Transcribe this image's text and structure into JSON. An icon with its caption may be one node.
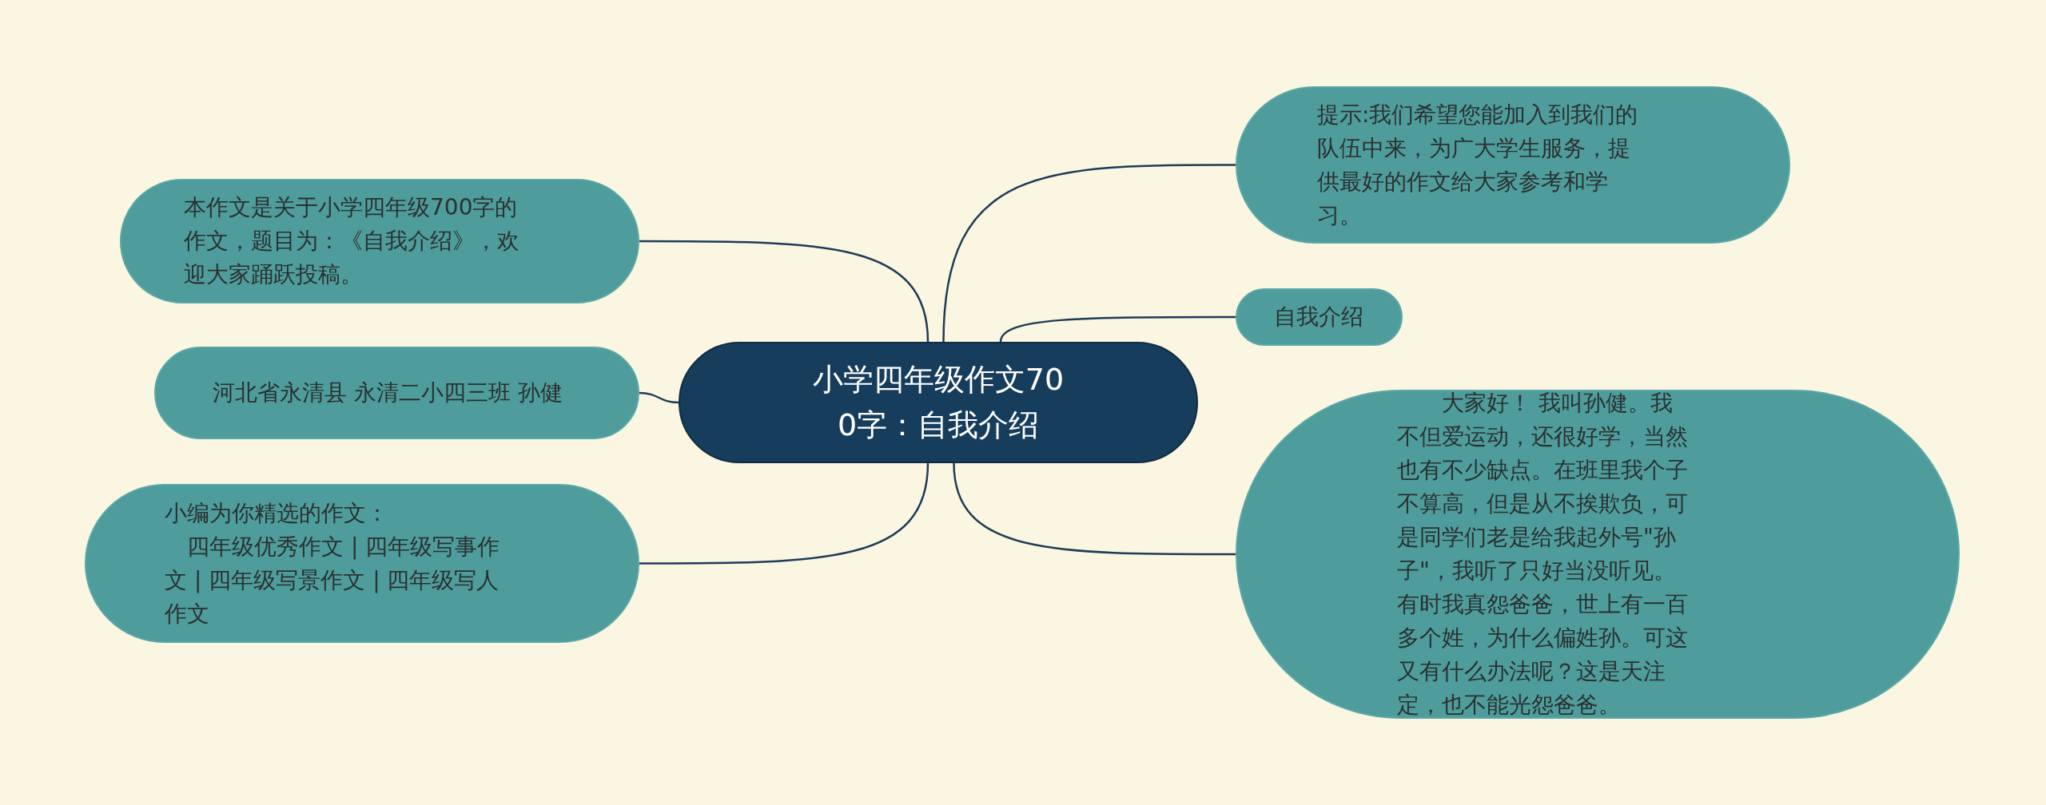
{
  "diagram": {
    "nodes": [
      {
        "text": [
          "小学四年级作文700字：自我介绍"
        ]
      },
      {
        "text": [
          "本作文是关于小学四年级700字的作文，题目为：《自我介绍》，欢迎大家踊跃投稿。"
        ]
      },
      {
        "text": [
          "河北省永清县 永清二小四三班 孙健"
        ]
      },
      {
        "text": [
          "小编为你精选的作文：",
          "四年级优秀作文 | 四年级写事作文 | 四年级写景作文 | 四年级写人作文"
        ]
      },
      {
        "text": [
          "提示:我们希望您能加入到我们的队伍中来，为广大学生服务，提供最好的作文给大家参考和学习。"
        ]
      },
      {
        "text": [
          "自我介绍"
        ]
      },
      {
        "text": [
          "大家好！ 我叫孙健。我不但爱运动，还很好学，当然也有不少缺点。在班里我个子不算高，但是从不挨欺负，可是同学们老是给我起外号\"孙子\"，我听了只好当没听见。有时我真怨爸爸，世上有一百多个姓，为什么偏姓孙。可这又有什么办法呢？这是天注定，也不能光怨爸爸。"
        ]
      }
    ],
    "edges": [
      {
        "from": 0,
        "to": 1,
        "arrow": "none"
      },
      {
        "from": 0,
        "to": 2,
        "arrow": "none"
      },
      {
        "from": 0,
        "to": 3,
        "arrow": "none"
      },
      {
        "from": 0,
        "to": 4,
        "arrow": "none"
      },
      {
        "from": 0,
        "to": 5,
        "arrow": "none"
      },
      {
        "from": 0,
        "to": 6,
        "arrow": "none"
      }
    ]
  }
}
